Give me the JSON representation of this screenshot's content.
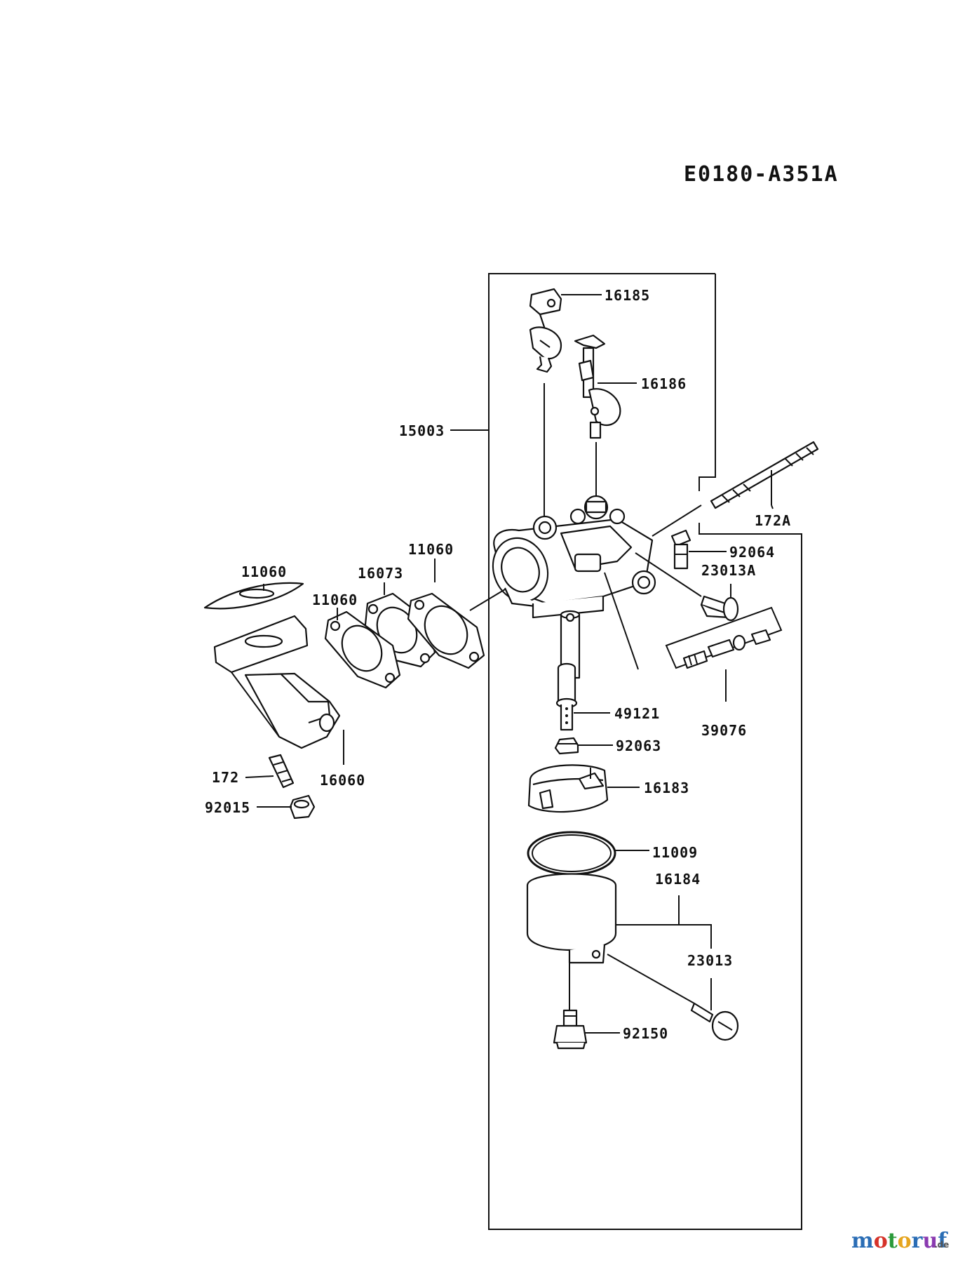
{
  "diagram_code": "E0180-A351A",
  "watermark": {
    "brand": "motoruf",
    "suffix": ".de",
    "colors": [
      "#2a6db5",
      "#d6332a",
      "#2a9a3a",
      "#e6a51e",
      "#2a6db5",
      "#8a3ab0",
      "#2a6db5"
    ]
  },
  "part_labels": {
    "p16185": "16185",
    "p16186": "16186",
    "p15003": "15003",
    "p172A": "172A",
    "p92064": "92064",
    "p23013A": "23013A",
    "p11060_a": "11060",
    "p11060_b": "11060",
    "p11060_c": "11060",
    "p16073": "16073",
    "p49121": "49121",
    "p39076": "39076",
    "p92063": "92063",
    "p172": "172",
    "p16060": "16060",
    "p92015": "92015",
    "p16183": "16183",
    "p11009": "11009",
    "p16184": "16184",
    "p23013": "23013",
    "p92150": "92150"
  }
}
